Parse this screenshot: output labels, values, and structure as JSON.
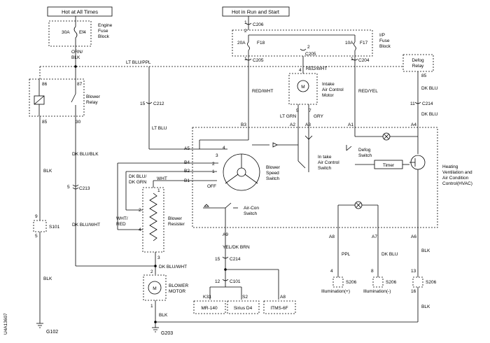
{
  "headers": {
    "hot_at_all_times": "Hot at All Times",
    "hot_in_run_and_start": "Hot in Run and Start"
  },
  "engine_fuse_block": {
    "line1": "Engine",
    "line2": "Fuse",
    "line3": "Block",
    "fuse_rating": "30A",
    "fuse_id": "Ef4"
  },
  "ip_fuse_block": {
    "line1": "I/P",
    "line2": "Fuse",
    "line3": "Block",
    "connector_top": "C206",
    "fuse1_rating": "20A",
    "fuse1_id": "F18",
    "fuse2_rating": "10A",
    "fuse2_id": "F17",
    "connector_c205": "C205",
    "connector_c204": "C204",
    "connector_c205b": "C205"
  },
  "defog_relay": {
    "line1": "Defog",
    "line2": "Relay",
    "pin": "85"
  },
  "blower_relay": {
    "line1": "Blower",
    "line2": "Relay",
    "pin86": "86",
    "pin87": "87",
    "pin85": "85",
    "pin30": "30"
  },
  "intake_motor": {
    "line1": "Intake",
    "line2": "Air Control",
    "line3": "Motor",
    "symbol": "M",
    "pin4": "4",
    "pin5": "5",
    "pin7": "7"
  },
  "blower_switch": {
    "line1": "Blower",
    "line2": "Speed",
    "line3": "Switch",
    "off": "OFF"
  },
  "intake_switch": {
    "line1": "In take",
    "line2": "Air Control",
    "line3": "Switch"
  },
  "aircon_switch": {
    "line1": "Air-Con",
    "line2": "Switch"
  },
  "defog_switch": {
    "line1": "Defog",
    "line2": "Switch"
  },
  "timer": "Timer",
  "hvac": {
    "line1": "Heating",
    "line2": "Ventilation and",
    "line3": "Air Condition",
    "line4": "Control(HVAC)"
  },
  "blower_resister": {
    "line1": "Blower",
    "line2": "Resister"
  },
  "blower_motor": {
    "line1": "BLOWER",
    "line2": "MOTOR",
    "symbol": "M"
  },
  "wires": {
    "orn_blk_1": "ORN/",
    "orn_blk_2": "BLK",
    "lt_blu_ppl": "LT BLU/PPL",
    "red_wht": "RED/WHT",
    "red_wht_2": "RED/WHT",
    "red_yel": "RED/YEL",
    "dk_blu": "DK BLU",
    "dk_blu_2": "DK BLU",
    "lt_blu": "LT BLU",
    "lt_grn": "LT GRN",
    "gry": "GRY",
    "blk_1": "BLK",
    "blk_2": "BLK",
    "blk_3": "BLK",
    "blk_4": "BLK",
    "blk_5": "BLK",
    "dk_blu_blk": "DK BLU/BLK",
    "dk_blu_wht": "DK BLU/WHT",
    "dk_blu_wht_2": "DK BLU/WHT",
    "dk_blu_dk_grn_1": "DK BLU/",
    "dk_blu_dk_grn_2": "DK GRN",
    "wht": "WHT",
    "wht_red_1": "WHT/",
    "wht_red_2": "RED",
    "yel_dk_brn": "YEL/DK BRN",
    "ppl": "PPL",
    "dk_blu_3": "DK BLU"
  },
  "connectors": {
    "c212": "C212",
    "c212_pin": "15",
    "c214_a": "C214",
    "c214_a_pin": "11",
    "c213": "C213",
    "c213_pin": "5",
    "c214_b": "C214",
    "c214_b_pin": "15",
    "c101": "C101",
    "c101_pin": "12",
    "s101": "S101",
    "s101_top": "9",
    "s101_bot": "5",
    "s206_a": "S206",
    "s206_a_pin": "4",
    "s206_b": "S206",
    "s206_b_pin": "8",
    "s206_c": "S206",
    "s206_c_top": "13",
    "s206_c_bot": "16",
    "a5": "A5",
    "b4": "B4",
    "b2": "B2",
    "b1": "B1",
    "b3": "B3",
    "a2": "A2",
    "a3": "A3",
    "a1": "A1",
    "a4": "A4",
    "a9": "A9",
    "a8": "A8",
    "a7": "A7",
    "a6": "A6",
    "k33": "K33",
    "s2": "S2",
    "a8b": "A8",
    "pin_1": "1",
    "pin_2": "2",
    "pin_3": "3",
    "pin_4": "4",
    "rpin_1": "1",
    "rpin_2": "2",
    "rpin_3": "3",
    "rpin_4": "4",
    "mpin_2": "2",
    "mpin_1": "1",
    "fpin_1": "1",
    "fpin_2": "2",
    "fpin_1b": "1",
    "fpin_1c": "1",
    "fpin_2c": "2"
  },
  "devices": {
    "mr140": "MR-140",
    "sirius": "Sirius D4",
    "itms": "ITMS-6F"
  },
  "illumination": {
    "plus": "Illumination(+)",
    "minus": "Illumination(-)"
  },
  "grounds": {
    "g102": "G102",
    "g203": "G203"
  },
  "side_code": "U4A13607"
}
